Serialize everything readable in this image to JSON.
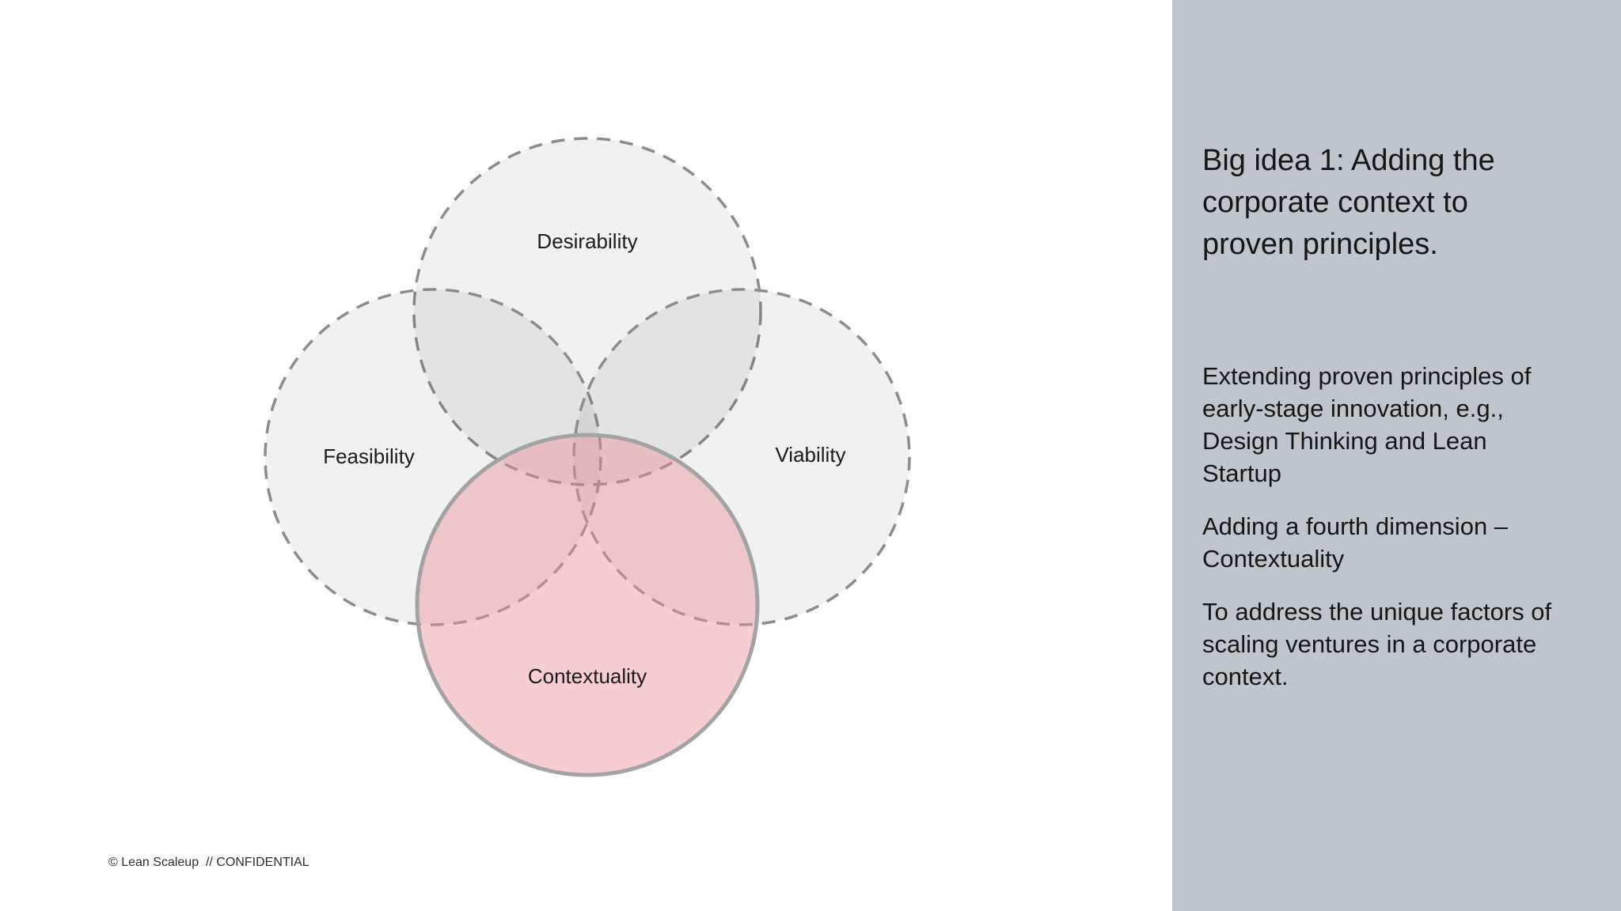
{
  "slide": {
    "footer": "© Lean Scaleup  // CONFIDENTIAL",
    "background": "#ffffff"
  },
  "venn": {
    "circles": [
      {
        "name": "desirability",
        "label": "Desirability",
        "border": "dashed",
        "highlighted": false
      },
      {
        "name": "feasibility",
        "label": "Feasibility",
        "border": "dashed",
        "highlighted": false
      },
      {
        "name": "viability",
        "label": "Viability",
        "border": "dashed",
        "highlighted": false
      },
      {
        "name": "contextuality",
        "label": "Contextuality",
        "border": "solid",
        "highlighted": true
      }
    ]
  },
  "sidebar": {
    "title": "Big idea 1: Adding the corporate context to proven principles.",
    "paragraphs": [
      "Extending proven principles of early-stage innovation, e.g., Design Thinking and Lean Startup",
      "Adding a fourth dimension – Contextuality",
      "To address the unique factors of scaling ventures in a corporate context."
    ]
  },
  "colors": {
    "sidebar_background": "#bfc5cc",
    "circle_fill_gray": "#f0f0f0",
    "circle_stroke_gray": "#8c8c8c",
    "highlight_fill_pink": "#f6ced1",
    "highlight_stroke": "#a3a3a3",
    "text": "#161616"
  }
}
